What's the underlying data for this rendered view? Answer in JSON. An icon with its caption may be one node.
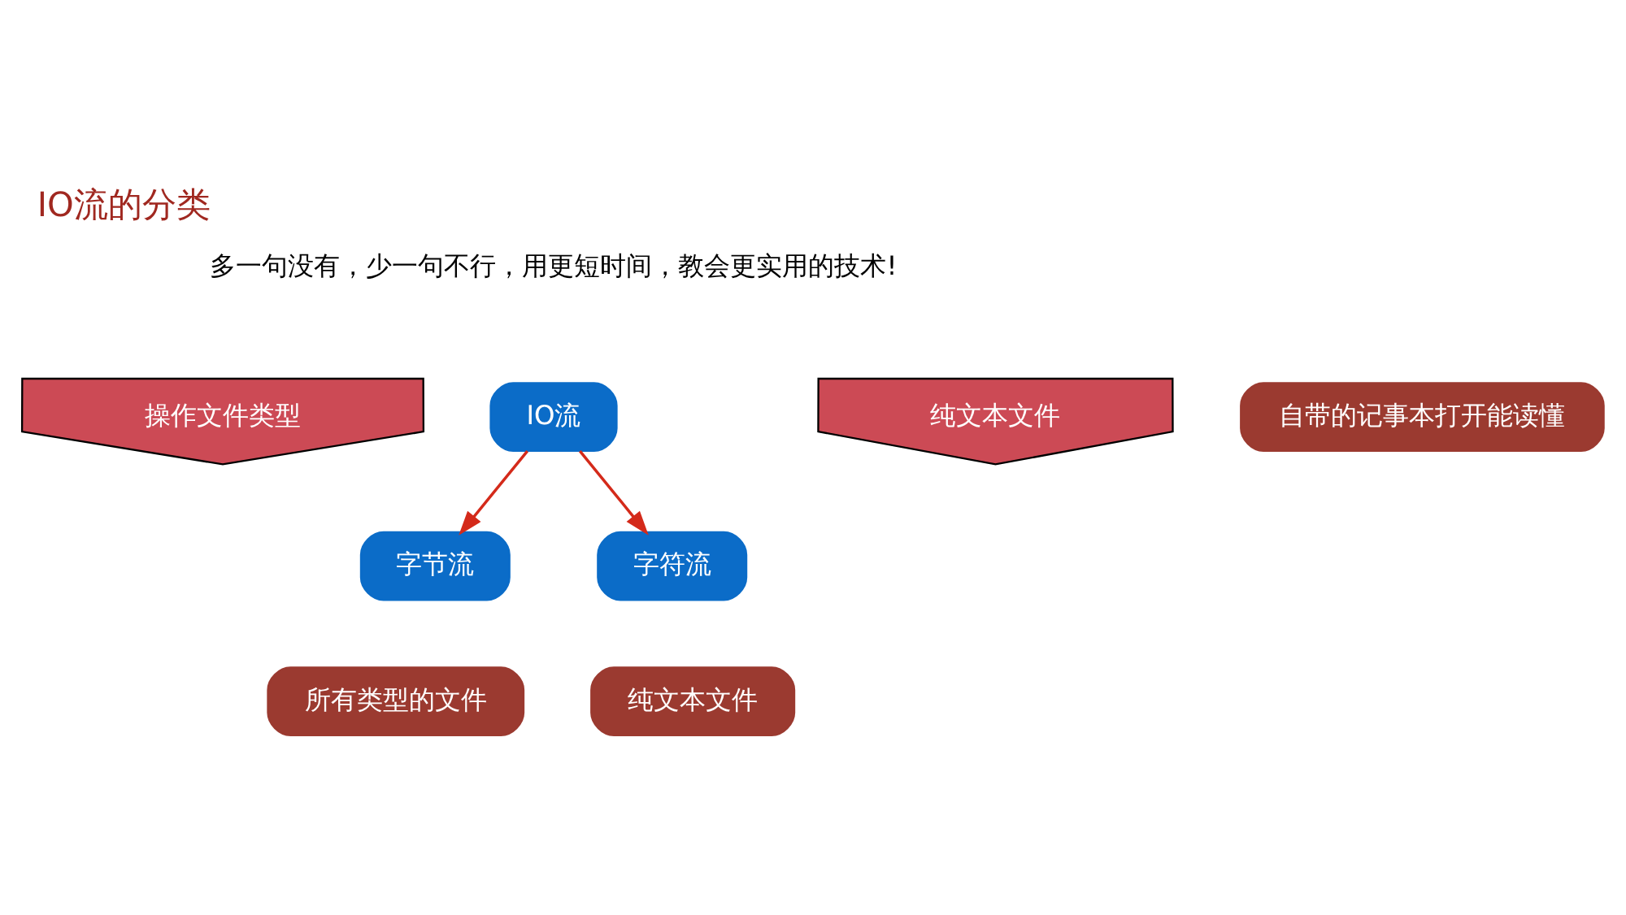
{
  "diagram": {
    "title": "IO流的分类",
    "nodes": [
      {
        "text": [
          "操作文件类型"
        ]
      },
      {
        "text": [
          "IO流"
        ]
      },
      {
        "text": [
          "字节流"
        ]
      },
      {
        "text": [
          "字符流"
        ]
      },
      {
        "text": [
          "所有类型的文件"
        ]
      },
      {
        "text": [
          "纯文本文件"
        ]
      },
      {
        "text": [
          "纯文本文件"
        ]
      },
      {
        "text": [
          "自带的记事本打开能读懂"
        ]
      }
    ],
    "edges": [
      {
        "from": 1,
        "to": 2,
        "arrow": "to"
      },
      {
        "from": 1,
        "to": 3,
        "arrow": "to"
      }
    ],
    "labels": [
      "多一句没有，少一句不行，用更短时间，教会更实用的技术!"
    ]
  }
}
